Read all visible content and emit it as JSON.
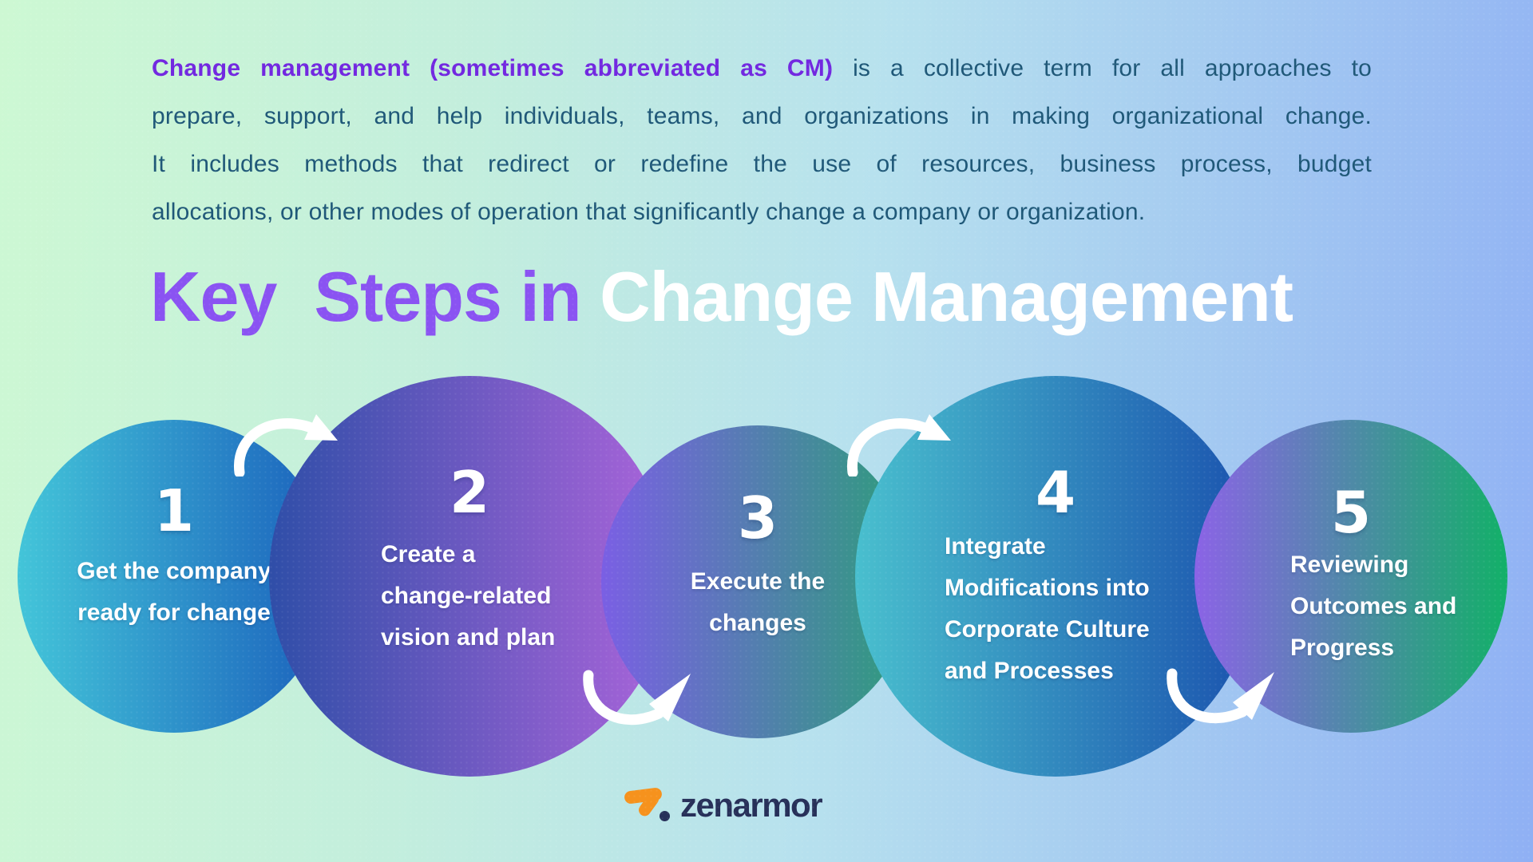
{
  "background": {
    "left": "#cdf8d3",
    "mid_green": "#c3eedd",
    "mid_blue": "#b7e1ee",
    "right": "#8fb0f4"
  },
  "intro": {
    "line1_bold": "Change management (sometimes abbreviated as CM)",
    "line1_rest": " is a collective term for all approaches to",
    "line2": "prepare, support, and help individuals, teams, and organizations in making organizational change.",
    "line3": "It includes methods that redirect or redefine the use of resources, business process, budget",
    "line4": "allocations, or other modes of operation that significantly change a company or organization.",
    "bold_color": "#7228e0",
    "text_color": "#1f5878"
  },
  "title": {
    "purple_part": "Key  Steps in ",
    "white_part": "Change Management",
    "purple_color": "#8a53f2",
    "white_color": "#ffffff"
  },
  "steps": [
    {
      "number": "1",
      "label": "Get the company\nready for change",
      "gradient_from": "#43c5d9",
      "gradient_to": "#1a60bc"
    },
    {
      "number": "2",
      "label": "Create a\nchange-related\nvision and plan",
      "gradient_from": "#2f4ea8",
      "gradient_to": "#aa64da"
    },
    {
      "number": "3",
      "label": "Execute the\nchanges",
      "gradient_from": "#7a5fe4",
      "gradient_to": "#2c9e79"
    },
    {
      "number": "4",
      "label": "Integrate\nModifications into\nCorporate Culture\nand Processes",
      "gradient_from": "#49bfce",
      "gradient_to": "#1a52ae"
    },
    {
      "number": "5",
      "label": "Reviewing\nOutcomes and\nProgress",
      "gradient_from": "#8b63e6",
      "gradient_to": "#12b068"
    }
  ],
  "arrows": {
    "color": "#ffffff"
  },
  "footer": {
    "brand": "zenarmor",
    "logo_orange": "#f6921d",
    "logo_navy": "#273059"
  }
}
